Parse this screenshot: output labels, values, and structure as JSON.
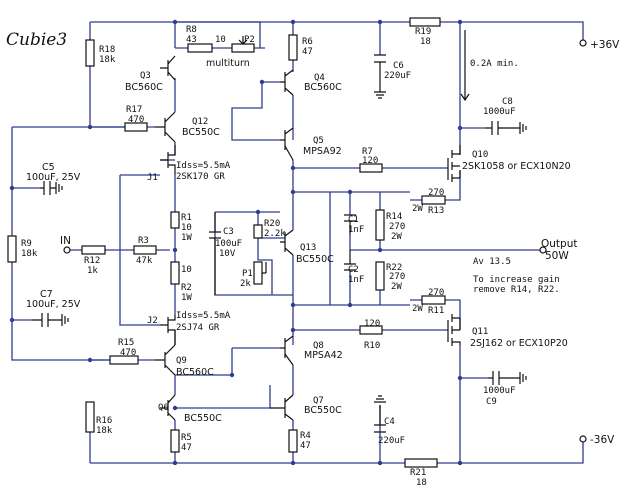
{
  "title": "Cubie3",
  "rails": {
    "pos": "+36V",
    "neg": "-36V"
  },
  "input_label": "IN",
  "output": {
    "label": "Output",
    "power": "50W"
  },
  "notes": {
    "quiescent": "0.2A min.",
    "gain": "Av 13.5",
    "gain_line1": "To increase gain",
    "gain_line2": "remove R14, R22."
  },
  "pot_P2": {
    "value": "10",
    "ref": "P2",
    "note": "multiturn"
  },
  "jfets": {
    "J1": {
      "ref": "J1",
      "spec": "Idss=5.5mA",
      "part": "2SK170 GR"
    },
    "J2": {
      "ref": "J2",
      "spec": "Idss=5.5mA",
      "part": "2SJ74 GR"
    }
  },
  "transistors": {
    "Q3": {
      "ref": "Q3",
      "part": "BC560C"
    },
    "Q4": {
      "ref": "Q4",
      "part": "BC560C"
    },
    "Q12": {
      "ref": "Q12",
      "part": "BC550C"
    },
    "Q5": {
      "ref": "Q5",
      "part": "MPSA92"
    },
    "Q10": {
      "ref": "Q10",
      "part": "2SK1058 or ECX10N20"
    },
    "Q13": {
      "ref": "Q13",
      "part": "BC550C"
    },
    "Q11": {
      "ref": "Q11",
      "part": "2SJ162 or ECX10P20"
    },
    "Q8": {
      "ref": "Q8",
      "part": "MPSA42"
    },
    "Q9": {
      "ref": "Q9",
      "part": "BC560C"
    },
    "Q6": {
      "ref": "Q6",
      "part": "BC550C"
    },
    "Q7": {
      "ref": "Q7",
      "part": "BC550C"
    }
  },
  "resistors": {
    "R18": {
      "ref": "R18",
      "value": "18k"
    },
    "R8": {
      "ref": "R8",
      "value": "43"
    },
    "R6": {
      "ref": "R6",
      "value": "47"
    },
    "R19": {
      "ref": "R19",
      "value": "18"
    },
    "R17": {
      "ref": "R17",
      "value": "470"
    },
    "R7": {
      "ref": "R7",
      "value": "120"
    },
    "R13": {
      "ref": "R13",
      "value": "270",
      "power": "2W"
    },
    "R1": {
      "ref": "R1",
      "value": "10",
      "power": "1W"
    },
    "R20": {
      "ref": "R20",
      "value": "2.2k"
    },
    "R14": {
      "ref": "R14",
      "value": "270",
      "power": "2W"
    },
    "R9": {
      "ref": "R9",
      "value": "18k"
    },
    "R12": {
      "ref": "R12",
      "value": "1k"
    },
    "R3": {
      "ref": "R3",
      "value": "47k"
    },
    "R2": {
      "ref": "R2",
      "value": "10",
      "power": "1W"
    },
    "R22": {
      "ref": "R22",
      "value": "270",
      "power": "2W"
    },
    "R11": {
      "ref": "R11",
      "value": "270",
      "power": "2W"
    },
    "R15": {
      "ref": "R15",
      "value": "470"
    },
    "R10": {
      "ref": "R10",
      "value": "120"
    },
    "R16": {
      "ref": "R16",
      "value": "18k"
    },
    "R5": {
      "ref": "R5",
      "value": "47"
    },
    "R4": {
      "ref": "R4",
      "value": "47"
    },
    "R21": {
      "ref": "R21",
      "value": "18"
    }
  },
  "pot_P1": {
    "ref": "P1",
    "value": "2k"
  },
  "capacitors": {
    "C6": {
      "ref": "C6",
      "value": "220uF"
    },
    "C8": {
      "ref": "C8",
      "value": "1000uF"
    },
    "C5": {
      "ref": "C5",
      "value": "100uF, 25V"
    },
    "C3": {
      "ref": "C3",
      "value": "100uF",
      "voltage": "10V"
    },
    "C1": {
      "ref": "C1",
      "value": "1nF"
    },
    "C2": {
      "ref": "C2",
      "value": "1nF"
    },
    "C7": {
      "ref": "C7",
      "value": "100uF, 25V"
    },
    "C4": {
      "ref": "C4",
      "value": "220uF"
    },
    "C9": {
      "ref": "C9",
      "value": "1000uF"
    }
  },
  "colors": {
    "wire": "#2f3d8f",
    "component": "#111111",
    "background": "#ffffff"
  }
}
